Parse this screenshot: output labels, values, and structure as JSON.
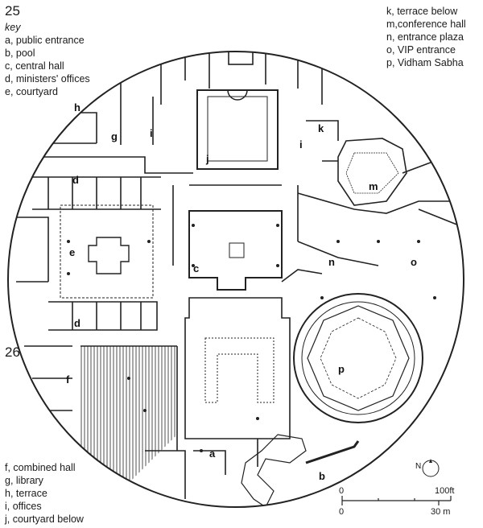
{
  "figures": {
    "top": "25",
    "bottom": "26"
  },
  "key_title": "key",
  "key_top_left": [
    "a, public entrance",
    "b, pool",
    "c, central hall",
    "d, ministers' offices",
    "e, courtyard"
  ],
  "key_top_right": [
    "k, terrace below",
    "m,conference hall",
    "n, entrance plaza",
    "o, VIP entrance",
    "p, Vidham Sabha"
  ],
  "key_bottom_left": [
    "f, combined hall",
    "g, library",
    "h, terrace",
    "i, offices",
    "j, courtyard below"
  ],
  "plan_labels": {
    "a": "a",
    "b": "b",
    "c": "c",
    "d1": "d",
    "d2": "d",
    "e": "e",
    "f": "f",
    "g": "g",
    "h": "h",
    "i1": "i",
    "i2": "i",
    "j": "j",
    "k": "k",
    "m": "m",
    "n": "n",
    "o": "o",
    "p": "p"
  },
  "north_label": "N",
  "scale": {
    "ft_start": "0",
    "ft_end": "100ft",
    "m_start": "0",
    "m_end": "30 m"
  }
}
